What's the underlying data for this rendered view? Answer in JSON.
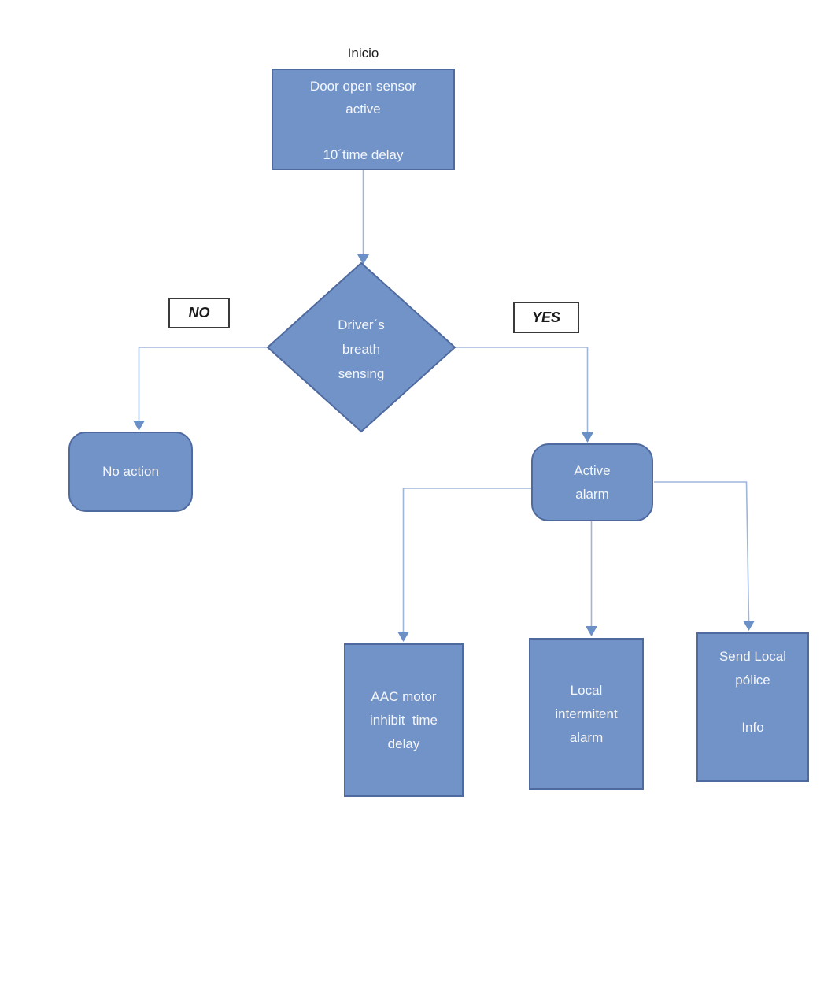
{
  "colors": {
    "node_fill": "#7293c7",
    "node_border": "#4f6a9f",
    "connector": "#9fb6db",
    "arrowhead": "#6b90c7",
    "node_text": "#f5f6fa",
    "label_text": "#1a1a1a",
    "label_border": "#3a3a3a",
    "background": "#ffffff"
  },
  "flowchart": {
    "start_label": "Inicio",
    "branch_labels": {
      "no": "NO",
      "yes": "YES"
    },
    "nodes": {
      "door_sensor": {
        "text": "Door open sensor\nactive\n\n10´time delay"
      },
      "breath_sensing": {
        "text": "Driver´s\nbreath\nsensing"
      },
      "no_action": {
        "text": "No action"
      },
      "active_alarm": {
        "text": "Active\nalarm"
      },
      "aac_motor": {
        "text": "AAC motor\ninhibit  time\ndelay"
      },
      "local_alarm": {
        "text": "Local\nintermitent\nalarm"
      },
      "police_info": {
        "text": "Send Local\npólice\n\nInfo"
      }
    }
  }
}
